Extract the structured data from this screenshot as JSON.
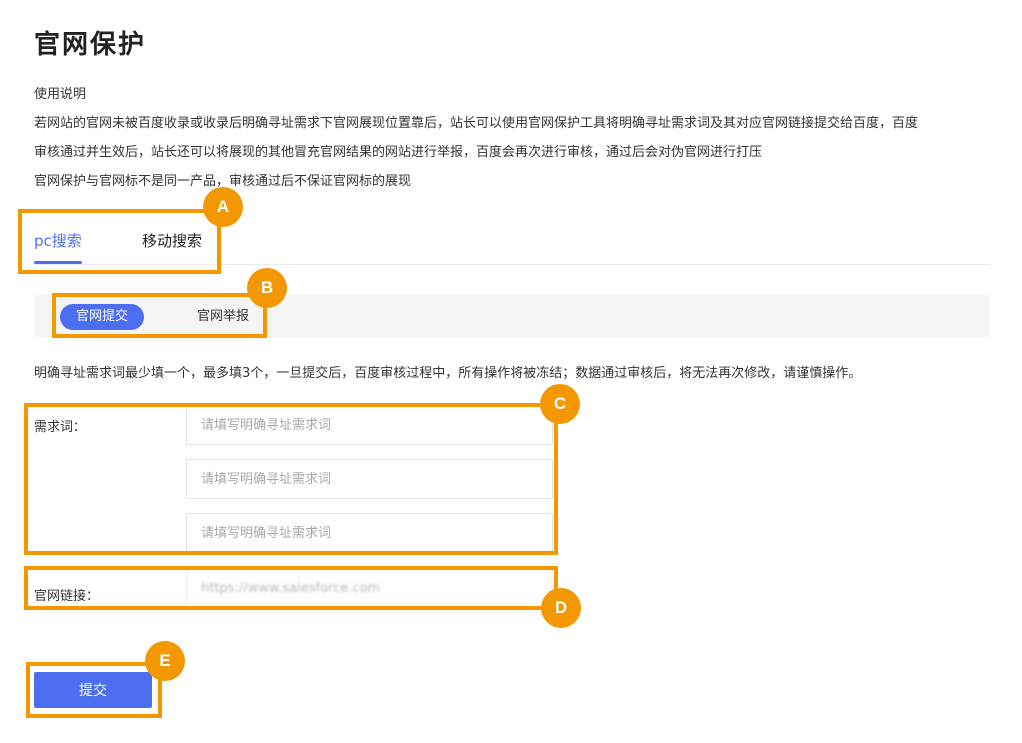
{
  "page": {
    "title": "官网保护"
  },
  "intro": {
    "heading": "使用说明",
    "line1": "若网站的官网未被百度收录或收录后明确寻址需求下官网展现位置靠后，站长可以使用官网保护工具将明确寻址需求词及其对应官网链接提交给百度，百度",
    "line2": "审核通过并生效后，站长还可以将展现的其他冒充官网结果的网站进行举报，百度会再次进行审核，通过后会对伪官网进行打压",
    "line3": "官网保护与官网标不是同一产品，审核通过后不保证官网标的展现"
  },
  "tabs": [
    {
      "label": "pc搜索",
      "active": true
    },
    {
      "label": "移动搜索",
      "active": false
    }
  ],
  "subtabs": [
    {
      "label": "官网提交",
      "active": true
    },
    {
      "label": "官网举报",
      "active": false
    }
  ],
  "notice": "明确寻址需求词最少填一个，最多填3个，一旦提交后，百度审核过程中，所有操作将被冻结；数据通过审核后，将无法再次修改，请谨慎操作。",
  "form": {
    "keyword_label": "需求词：",
    "keyword_placeholder": "请填写明确寻址需求词",
    "link_label": "官网链接：",
    "link_value": "https://www.salesforce.com"
  },
  "submit_label": "提交",
  "callouts": [
    "A",
    "B",
    "C",
    "D",
    "E"
  ],
  "colors": {
    "accent": "#4e6ef2",
    "highlight": "#f39800"
  }
}
